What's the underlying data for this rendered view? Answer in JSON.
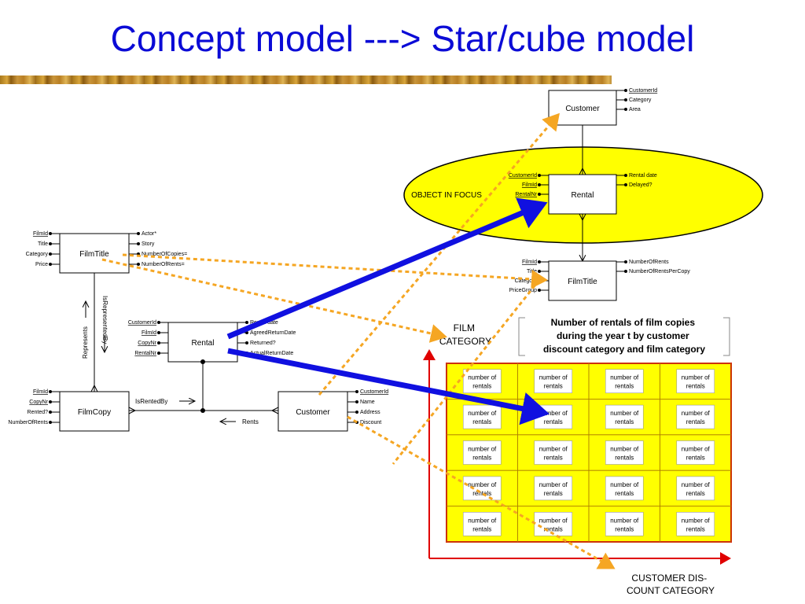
{
  "title": "Concept model ---> Star/cube model",
  "ellipse_label": "OBJECT IN FOCUS",
  "colors": {
    "title": "#0b0bd6",
    "ellipse": "#ffff00",
    "orange": "#f5a623",
    "blue": "#1010e0",
    "red": "#e00000",
    "cube_fill": "#ffff00"
  },
  "left_model": {
    "filmtitle": {
      "name": "FilmTitle",
      "left_attrs": [
        "FilmId",
        "Title",
        "Category",
        "Price"
      ],
      "right_attrs": [
        "Actor*",
        "Story",
        "NumberOfCopies=",
        "NumberOfRents="
      ]
    },
    "rental": {
      "name": "Rental",
      "left_attrs": [
        "CustomerId",
        "FilmId",
        "CopyNr",
        "RentalNr"
      ],
      "right_attrs": [
        "Rental date",
        "AgreedReturnDate",
        "Returned?",
        "ActualReturnDate"
      ]
    },
    "filmcopy": {
      "name": "FilmCopy",
      "left_attrs": [
        "FilmId",
        "CopyNr",
        "Rented?",
        "NumberOfRents"
      ]
    },
    "customer": {
      "name": "Customer",
      "right_attrs": [
        "CustomerId",
        "Name",
        "Address",
        "Discount"
      ]
    },
    "relations": {
      "is_represented_by": "IsRepresentedBy",
      "represents": "Represents",
      "is_rented_by": "IsRentedBy",
      "rents": "Rents"
    }
  },
  "right_model": {
    "customer": {
      "name": "Customer",
      "right_attrs": [
        "CustomerId",
        "Category",
        "Area"
      ]
    },
    "rental": {
      "name": "Rental",
      "left_attrs": [
        "CustomerId",
        "FilmId",
        "RentalNr"
      ],
      "right_attrs": [
        "Rental date",
        "Delayed?"
      ]
    },
    "filmtitle": {
      "name": "FilmTitle",
      "left_attrs": [
        "FilmId",
        "Title",
        "Category",
        "PriceGroup"
      ],
      "right_attrs": [
        "NumberOfRents",
        "NumberOfRentsPerCopy"
      ]
    }
  },
  "cube": {
    "caption": [
      "Number of rentals of film copies",
      "during the year t by customer",
      "discount category and film category"
    ],
    "y_axis_label": [
      "FILM",
      "CATEGORY"
    ],
    "x_axis_label": [
      "CUSTOMER DIS-",
      "COUNT CATEGORY"
    ],
    "cell_text": [
      "number of",
      "rentals"
    ],
    "rows": 5,
    "cols": 4
  }
}
